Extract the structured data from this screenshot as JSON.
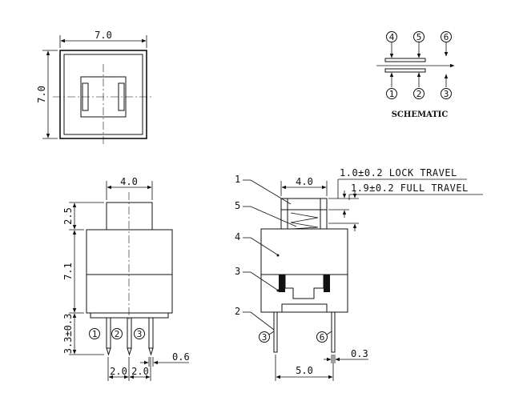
{
  "top_view": {
    "width_dim": "7.0",
    "height_dim": "7.0"
  },
  "schematic": {
    "title": "SCHEMATIC",
    "pins_top": [
      "4",
      "5",
      "6"
    ],
    "pins_bottom": [
      "1",
      "2",
      "3"
    ]
  },
  "front_view": {
    "plunger_width": "4.0",
    "plunger_height": "2.5",
    "body_height": "7.1",
    "pin_length": "3.3±0.3",
    "pitch_1": "2.0",
    "pitch_2": "2.0",
    "pin_width": "0.6",
    "pin_labels": [
      "1",
      "2",
      "3"
    ]
  },
  "side_view": {
    "plunger_width": "4.0",
    "lock_travel": "1.0±0.2 LOCK TRAVEL",
    "full_travel": "1.9±0.2 FULL TRAVEL",
    "part_labels": [
      "1",
      "5",
      "4",
      "3",
      "2"
    ],
    "pin_labels": [
      "3",
      "6"
    ],
    "pin_spacing": "5.0",
    "pin_thickness": "0.3"
  }
}
